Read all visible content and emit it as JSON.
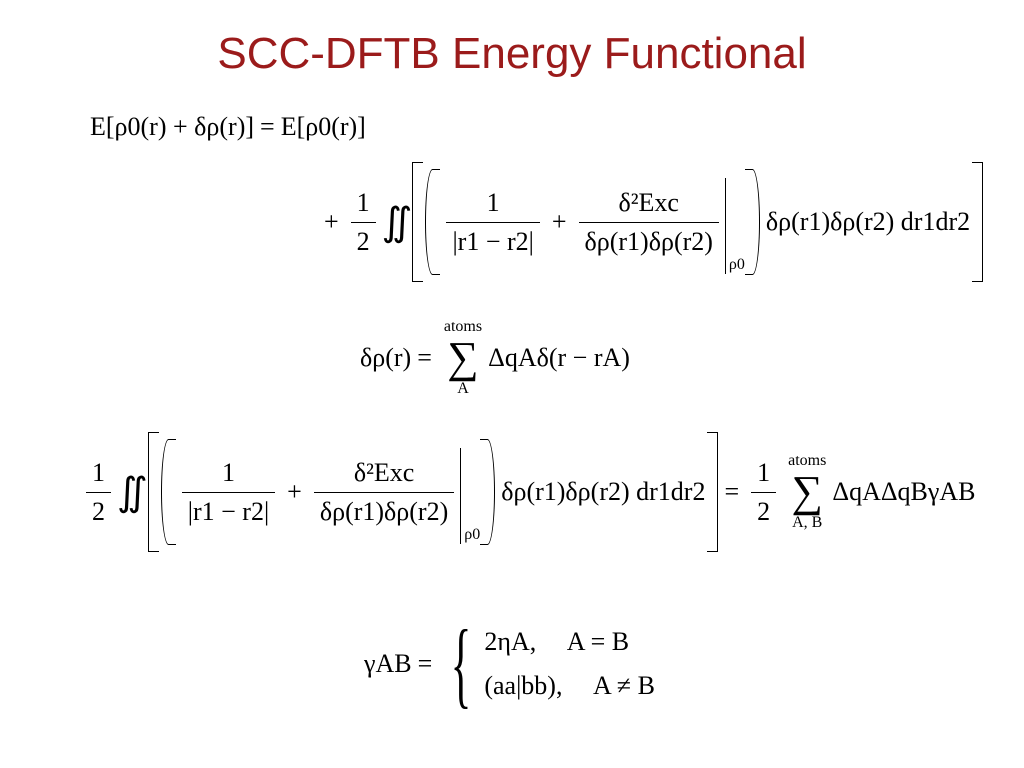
{
  "slide": {
    "title": "SCC-DFTB Energy Functional"
  },
  "eq1": {
    "lhs": "E[ρ0(r) + δρ(r)]",
    "rhs": "E[ρ0(r)]"
  },
  "eq2": {
    "sign": "+",
    "half_num": "1",
    "half_den": "2",
    "integral": "∬",
    "coul_num": "1",
    "coul_den": "|r1 − r2|",
    "xc_num": "δ²Exc",
    "xc_den": "δρ(r1)δρ(r2)",
    "eval": "ρ0",
    "tail": "δρ(r1)δρ(r2) dr1dr2"
  },
  "eq3": {
    "lhs": "δρ(r)",
    "sum_top": "atoms",
    "sum_bot": "A",
    "rhs": "ΔqAδ(r − rA)"
  },
  "eq4": {
    "half_num": "1",
    "half_den": "2",
    "integral": "∬",
    "coul_num": "1",
    "coul_den": "|r1 − r2|",
    "xc_num": "δ²Exc",
    "xc_den": "δρ(r1)δρ(r2)",
    "eval": "ρ0",
    "tail": "δρ(r1)δρ(r2) dr1dr2",
    "rhs_half_num": "1",
    "rhs_half_den": "2",
    "sum_top": "atoms",
    "sum_bot": "A, B",
    "rhs": "ΔqAΔqBγAB"
  },
  "eq5": {
    "lhs": "γAB",
    "case1_value": "2ηA,",
    "case1_cond": "A = B",
    "case2_value": "(aa|bb),",
    "case2_cond": "A ≠ B"
  }
}
